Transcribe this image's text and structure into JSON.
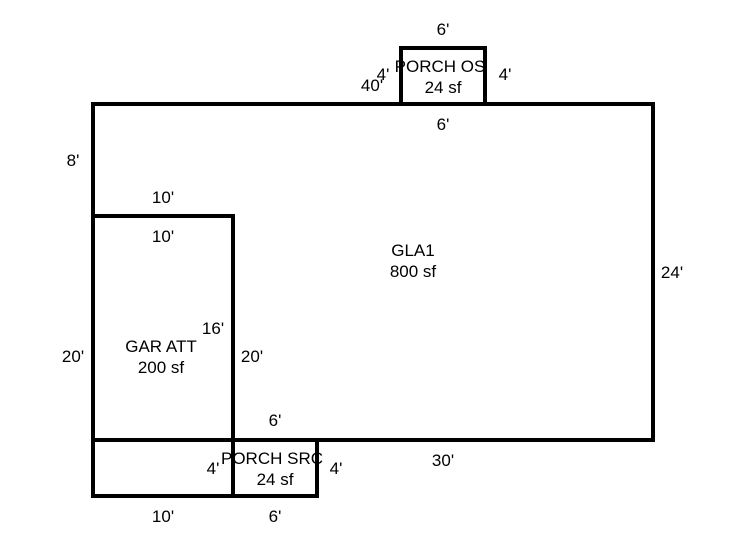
{
  "areas": {
    "gla1": {
      "name": "GLA1",
      "area": "800 sf"
    },
    "garage": {
      "name": "GAR ATT",
      "area": "200 sf"
    },
    "porch_os": {
      "name": "PORCH OS",
      "area": "24 sf"
    },
    "porch_src": {
      "name": "PORCH SRC",
      "area": "24 sf"
    }
  },
  "dimensions": {
    "porch_os_top": "6'",
    "porch_os_left": "4'",
    "porch_os_right": "4'",
    "porch_os_bottom": "6'",
    "gla_top_left": "40'",
    "gla_left": "8'",
    "gla_right": "24'",
    "gla_bottom": "30'",
    "garage_top_outer": "10'",
    "garage_top_inner": "10'",
    "garage_right_inner": "16'",
    "garage_left": "20'",
    "garage_right": "20'",
    "garage_bottom": "10'",
    "porch_src_top": "6'",
    "porch_src_left": "4'",
    "porch_src_right": "4'",
    "porch_src_bottom": "6'"
  },
  "colors": {
    "stroke": "#000000",
    "background": "#ffffff"
  }
}
